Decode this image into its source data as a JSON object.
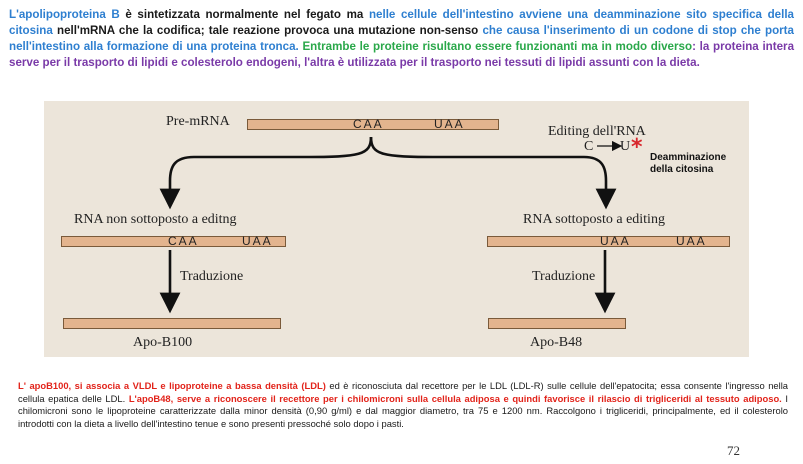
{
  "intro": {
    "s1": "L'apolipoproteina B",
    "s2": " è sintetizzata normalmente nel fegato ma ",
    "s3": "nelle cellule dell'intestino avviene una deamminazione sito specifica della citosina",
    "s4": " nell'mRNA che la codifica; tale reazione provoca una mutazione non-senso ",
    "s5": "che causa l'inserimento di un codone di stop che porta nell'intestino alla formazione di una proteina tronca.",
    "s6": " Entrambe le proteine risultano essere funzionanti ma in modo diverso",
    "s7": ": la proteina intera serve per il trasporto di lipidi  e colesterolo endogeni, l'altra è utilizzata per il trasporto nei tessuti  di lipidi assunti con la dieta."
  },
  "diagram": {
    "premrna_label": "Pre-mRNA",
    "codon_caa": "CAA",
    "codon_uaa": "UAA",
    "editing_title": "Editing dell'RNA",
    "editing_c": "C",
    "editing_u": "U",
    "star": "*",
    "deam_line1": "Deamminazione",
    "deam_line2": "della citosina",
    "left_rna_label": "RNA non sottoposto a editng",
    "right_rna_label": "RNA sottoposto a editing",
    "translation_label": "Traduzione",
    "left_protein": "Apo-B100",
    "right_protein": "Apo-B48"
  },
  "bottom": {
    "r1": "L' apoB100, si associa a VLDL e lipoproteine a bassa densità (LDL)",
    "n1": " ed è riconosciuta dal recettore per le LDL (LDL-R) sulle cellule dell'epatocita; essa consente l'ingresso nella cellula epatica delle LDL. ",
    "r2": "L'apoB48, serve a riconoscere il recettore per i chilomicroni sulla cellula adiposa e quindi favorisce il rilascio di trigliceridi al tessuto adiposo.",
    "n2": " I chilomicroni sono le lipoproteine caratterizzate dalla minor densità (0,90 g/ml) e dal maggior diametro, tra 75 e 1200 nm. Raccolgono i trigliceridi, principalmente, ed il colesterolo introdotti con la dieta a livello dell'intestino tenue e sono presenti pressoché solo dopo i pasti."
  },
  "page_number": "72",
  "colors": {
    "blue": "#2e7fd0",
    "green": "#2aa84a",
    "purple": "#7a3aa8",
    "red": "#e2231a"
  }
}
